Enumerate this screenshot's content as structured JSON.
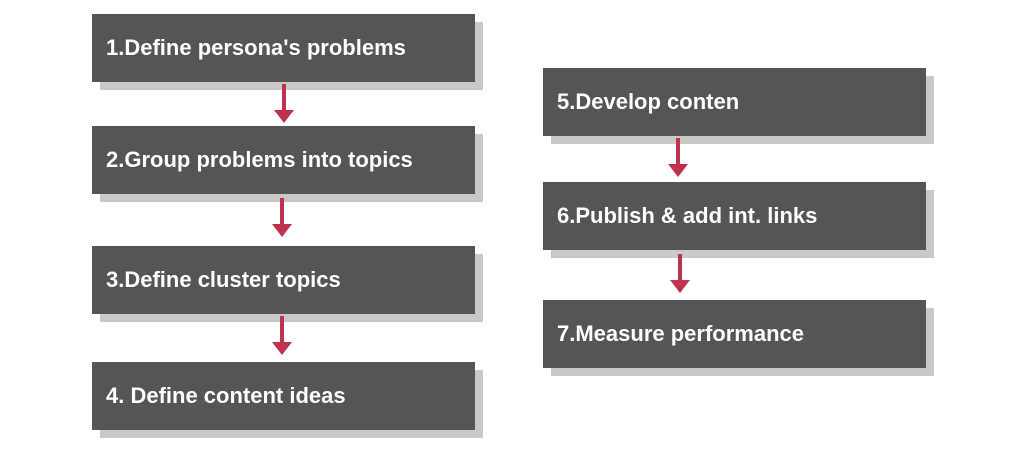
{
  "steps": [
    {
      "label": "1.Define persona's problems"
    },
    {
      "label": "2.Group problems into topics"
    },
    {
      "label": "3.Define cluster topics"
    },
    {
      "label": "4. Define content ideas"
    },
    {
      "label": "5.Develop conten"
    },
    {
      "label": "6.Publish & add int. links"
    },
    {
      "label": "7.Measure performance"
    }
  ],
  "colors": {
    "box": "#555555",
    "box_shadow": "#c9c9c9",
    "text": "#ffffff",
    "arrow": "#c0314e"
  }
}
